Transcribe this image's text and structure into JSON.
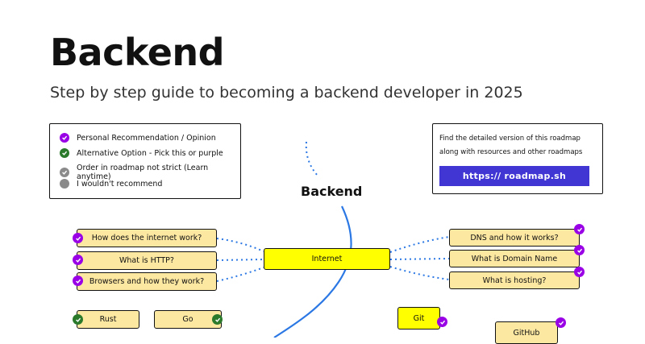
{
  "header": {
    "title": "Backend",
    "subtitle": "Step by step guide to becoming a backend developer in 2025"
  },
  "legend": {
    "items": [
      {
        "label": "Personal Recommendation / Opinion",
        "color": "#9900e6"
      },
      {
        "label": "Alternative Option - Pick this or purple",
        "color": "#2b7a2b"
      },
      {
        "label": "Order in roadmap not strict (Learn anytime)",
        "color": "#8b8b8b"
      },
      {
        "label": "I wouldn't recommend",
        "color": "#8a8a8a"
      }
    ]
  },
  "info": {
    "text": "Find the detailed version of this roadmap along with resources and other roadmaps",
    "button_label": "https:// roadmap.sh",
    "accent": "#4136d4"
  },
  "diagram": {
    "root_label": "Backend",
    "hub": "Internet",
    "left_topics": [
      "How does the internet work?",
      "What is HTTP?",
      "Browsers and how they work?"
    ],
    "right_topics": [
      "DNS and how it works?",
      "What is Domain Name",
      "What is hosting?"
    ],
    "languages": [
      "Rust",
      "Go"
    ],
    "git": "Git",
    "github": "GitHub"
  },
  "colors": {
    "highlight": "#ffff00",
    "topic": "#fde8a2",
    "line": "#2b78e4"
  }
}
